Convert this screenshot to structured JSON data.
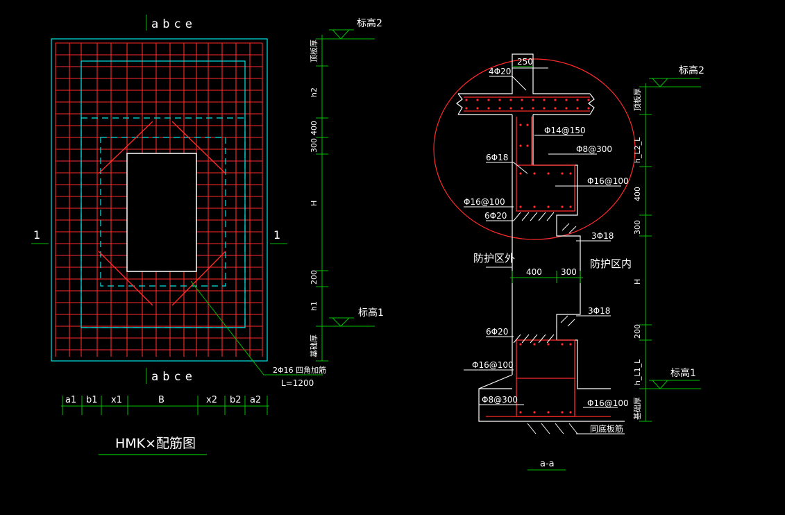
{
  "colors": {
    "background": "#000000",
    "rebar": "#ff2a2a",
    "outline": "#00e5e5",
    "dimension": "#00c000",
    "concrete": "#ffffff",
    "text": "#ffffff"
  },
  "plan": {
    "top_section_mark": "abce",
    "bottom_section_mark": "abce",
    "left_mark": "1",
    "right_mark": "1",
    "bottom_dims": [
      "a1",
      "b1",
      "x1",
      "B",
      "x2",
      "b2",
      "a2"
    ],
    "corner_bar_note": "2Φ16 四角加筋",
    "corner_bar_length": "L=1200",
    "title": "HMK×配筋图"
  },
  "elevation_left": {
    "top_level": "标高2",
    "bottom_level": "标高1",
    "dims": [
      "顶板厚",
      "h2",
      "400",
      "300",
      "H",
      "200",
      "h1",
      "基础厚"
    ]
  },
  "section": {
    "title": "a-a",
    "labels": {
      "top_width": "250",
      "top_bar": "4Φ20",
      "stirrup_top": "Φ14@150",
      "ring_a": "Φ8@300",
      "bar_6_18": "6Φ18",
      "ring_b": "Φ16@100",
      "ring_c": "Φ16@100",
      "bar_6_20_top": "6Φ20",
      "bar_3_18_top": "3Φ18",
      "outside": "防护区外",
      "inside": "防护区内",
      "w400": "400",
      "w300": "300",
      "bar_3_18_bot": "3Φ18",
      "bar_6_20_bot": "6Φ20",
      "ring_d": "Φ16@100",
      "ring_e": "Φ8@300",
      "ring_f": "Φ16@100",
      "base_bar": "同底板筋"
    },
    "right_dims": {
      "top_level": "标高2",
      "bottom_level": "标高1",
      "dims": [
        "顶板厚",
        "h_L2_L",
        "400",
        "300",
        "H",
        "200",
        "h_L1_L",
        "基础厚"
      ]
    }
  }
}
